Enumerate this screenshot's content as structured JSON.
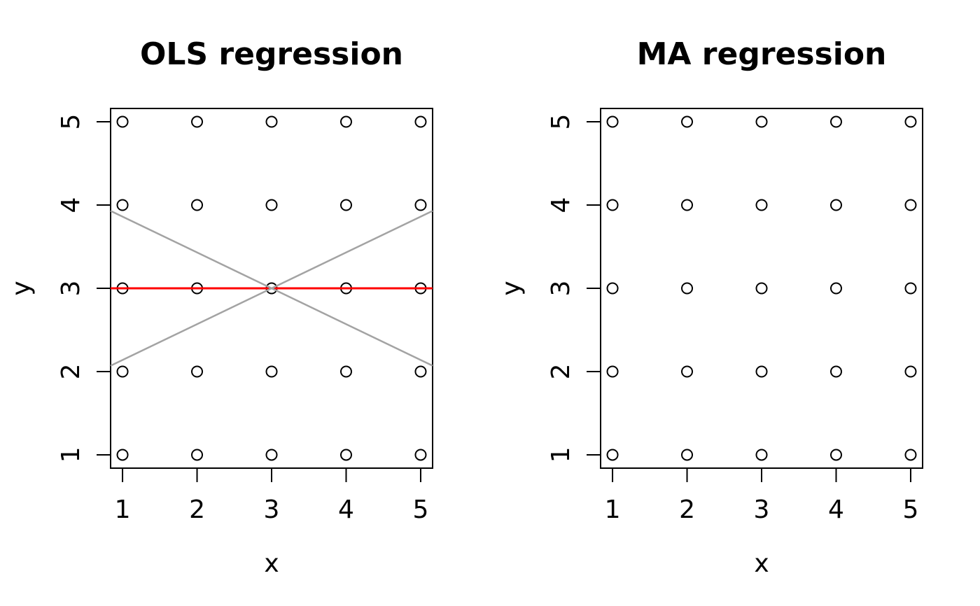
{
  "figure": {
    "background": "#ffffff",
    "axis_color": "#000000",
    "accent_red": "#ff0000",
    "accent_gray": "#a3a3a3"
  },
  "chart_data": [
    {
      "type": "scatter",
      "title": "OLS regression",
      "xlabel": "x",
      "ylabel": "y",
      "xlim": [
        0.84,
        5.16
      ],
      "ylim": [
        0.84,
        5.16
      ],
      "x_ticks": [
        1,
        2,
        3,
        4,
        5
      ],
      "y_ticks": [
        1,
        2,
        3,
        4,
        5
      ],
      "y_tick_rotation": -90,
      "grid": false,
      "legend": "none",
      "frame": true,
      "marker": "open-circle",
      "marker_color": "#000000",
      "points": [
        [
          1,
          1
        ],
        [
          2,
          1
        ],
        [
          3,
          1
        ],
        [
          4,
          1
        ],
        [
          5,
          1
        ],
        [
          1,
          2
        ],
        [
          2,
          2
        ],
        [
          3,
          2
        ],
        [
          4,
          2
        ],
        [
          5,
          2
        ],
        [
          1,
          3
        ],
        [
          2,
          3
        ],
        [
          3,
          3
        ],
        [
          4,
          3
        ],
        [
          5,
          3
        ],
        [
          1,
          4
        ],
        [
          2,
          4
        ],
        [
          3,
          4
        ],
        [
          4,
          4
        ],
        [
          5,
          4
        ],
        [
          1,
          5
        ],
        [
          2,
          5
        ],
        [
          3,
          5
        ],
        [
          4,
          5
        ],
        [
          5,
          5
        ]
      ],
      "lines": [
        {
          "name": "ols-fit-line",
          "color": "#ff0000",
          "lwd": 3,
          "x1": 0.84,
          "y1": 3.0,
          "x2": 5.16,
          "y2": 3.0
        },
        {
          "name": "alt-line-down",
          "color": "#a3a3a3",
          "lwd": 2.5,
          "x1": 0.84,
          "y1": 3.93,
          "x2": 5.16,
          "y2": 2.07
        },
        {
          "name": "alt-line-up",
          "color": "#a3a3a3",
          "lwd": 2.5,
          "x1": 0.84,
          "y1": 2.07,
          "x2": 5.16,
          "y2": 3.93
        }
      ]
    },
    {
      "type": "scatter",
      "title": "MA regression",
      "xlabel": "x",
      "ylabel": "y",
      "xlim": [
        0.84,
        5.16
      ],
      "ylim": [
        0.84,
        5.16
      ],
      "x_ticks": [
        1,
        2,
        3,
        4,
        5
      ],
      "y_ticks": [
        1,
        2,
        3,
        4,
        5
      ],
      "y_tick_rotation": -90,
      "grid": false,
      "legend": "none",
      "frame": true,
      "marker": "open-circle",
      "marker_color": "#000000",
      "points": [
        [
          1,
          1
        ],
        [
          2,
          1
        ],
        [
          3,
          1
        ],
        [
          4,
          1
        ],
        [
          5,
          1
        ],
        [
          1,
          2
        ],
        [
          2,
          2
        ],
        [
          3,
          2
        ],
        [
          4,
          2
        ],
        [
          5,
          2
        ],
        [
          1,
          3
        ],
        [
          2,
          3
        ],
        [
          3,
          3
        ],
        [
          4,
          3
        ],
        [
          5,
          3
        ],
        [
          1,
          4
        ],
        [
          2,
          4
        ],
        [
          3,
          4
        ],
        [
          4,
          4
        ],
        [
          5,
          4
        ],
        [
          1,
          5
        ],
        [
          2,
          5
        ],
        [
          3,
          5
        ],
        [
          4,
          5
        ],
        [
          5,
          5
        ]
      ],
      "lines": []
    }
  ]
}
